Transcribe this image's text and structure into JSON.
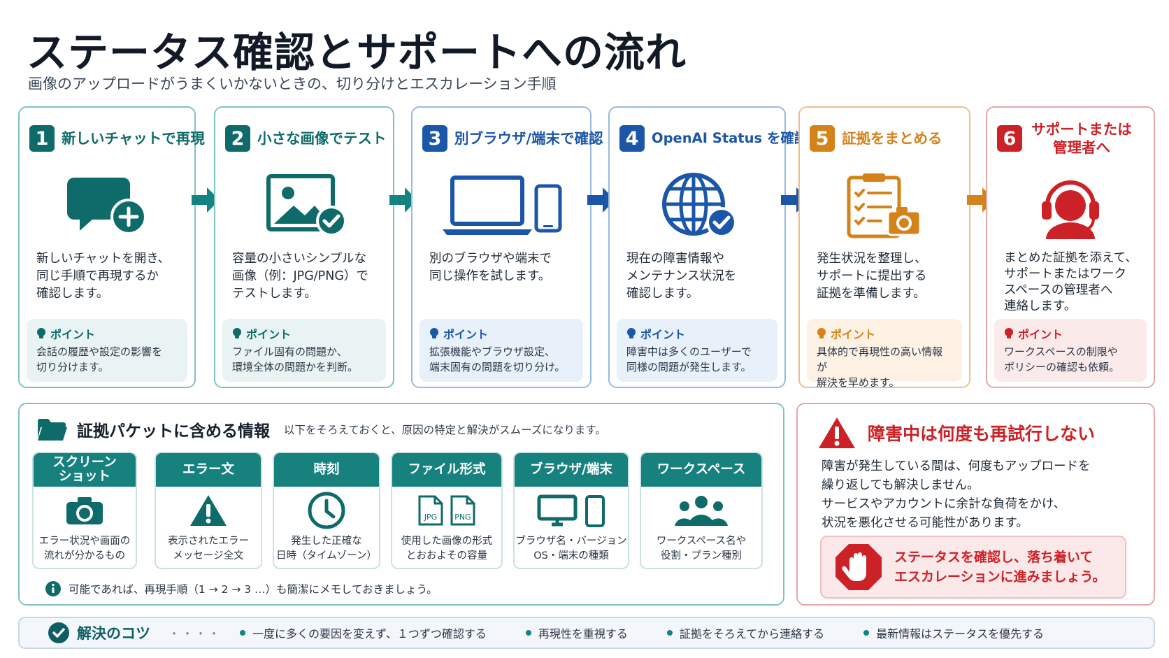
{
  "header": {
    "title": "ステータス確認とサポートへの流れ",
    "subtitle": "画像のアップロードがうまくいかないときの、切り分けとエスカレーション手順"
  },
  "point_label": "ポイント",
  "steps": [
    {
      "num": "1",
      "title": "新しいチャットで再現",
      "desc": "新しいチャットを開き、\n同じ手順で再現するか\n確認します。",
      "point": "会話の履歴や設定の影響を\n切り分けます。",
      "color": "#0e6b6a",
      "point_bg": "#eaf3f3"
    },
    {
      "num": "2",
      "title": "小さな画像でテスト",
      "desc": "容量の小さいシンプルな\n画像（例：JPG/PNG）で\nテストします。",
      "point": "ファイル固有の問題か、\n環境全体の問題かを判断。",
      "color": "#0e6b6a",
      "point_bg": "#eaf3f3"
    },
    {
      "num": "3",
      "title": "別ブラウザ/端末で確認",
      "desc": "別のブラウザや端末で\n同じ操作を試します。",
      "point": "拡張機能やブラウザ設定、\n端末固有の問題を切り分け。",
      "color": "#1b56a8",
      "point_bg": "#e8f0fa"
    },
    {
      "num": "4",
      "title": "OpenAI Status を確認",
      "desc": "現在の障害情報や\nメンテナンス状況を\n確認します。",
      "point": "障害中は多くのユーザーで\n同様の問題が発生します。",
      "color": "#1b56a8",
      "point_bg": "#e8f0fa"
    },
    {
      "num": "5",
      "title": "証拠をまとめる",
      "desc": "発生状況を整理し、\nサポートに提出する\n証拠を準備します。",
      "point": "具体的で再現性の高い情報が\n解決を早めます。",
      "color": "#d4821a",
      "point_bg": "#fdf1e3"
    },
    {
      "num": "6",
      "title": "サポートまたは管理者へ",
      "desc": "まとめた証拠を添えて、\nサポートまたはワーク\nスペースの管理者へ\n連絡します。",
      "point": "ワークスペースの制限や\nポリシーの確認も依頼。",
      "color": "#cc2127",
      "point_bg": "#fbeaea"
    }
  ],
  "evidence": {
    "title": "証拠パケットに含める情報",
    "subtitle": "以下をそろえておくと、原因の特定と解決がスムーズになります。",
    "cards": [
      {
        "title": "スクリーン\nショット",
        "text": "エラー状況や画面の\n流れが分かるもの"
      },
      {
        "title": "エラー文",
        "text": "表示されたエラー\nメッセージ全文"
      },
      {
        "title": "時刻",
        "text": "発生した正確な\n日時（タイムゾーン）"
      },
      {
        "title": "ファイル形式",
        "text": "使用した画像の形式\nとおおよその容量",
        "badges": [
          "JPG",
          "PNG"
        ]
      },
      {
        "title": "ブラウザ/端末",
        "text": "ブラウザ名・バージョン\nOS・端末の種類"
      },
      {
        "title": "ワークスペース",
        "text": "ワークスペース名や\n役割・プラン種別"
      }
    ],
    "note": "可能であれば、再現手順（1 → 2 → 3 …）も簡潔にメモしておきましょう。"
  },
  "warning": {
    "title": "障害中は何度も再試行しない",
    "body": "障害が発生している間は、何度もアップロードを\n繰り返しても解決しません。\nサービスやアカウントに余計な負荷をかけ、\n状況を悪化させる可能性があります。",
    "callout": "ステータスを確認し、落ち着いて\nエスカレーションに進みましょう。"
  },
  "tips": {
    "title": "解決のコツ",
    "dots": "・・・・",
    "items": [
      "一度に多くの要因を変えず、１つずつ確認する",
      "再現性を重視する",
      "証拠をそろえてから連絡する",
      "最新情報はステータスを優先する"
    ]
  },
  "colors": {
    "teal": "#0e6b6a",
    "blue": "#1b56a8",
    "orange": "#d4821a",
    "red": "#cc2127"
  }
}
